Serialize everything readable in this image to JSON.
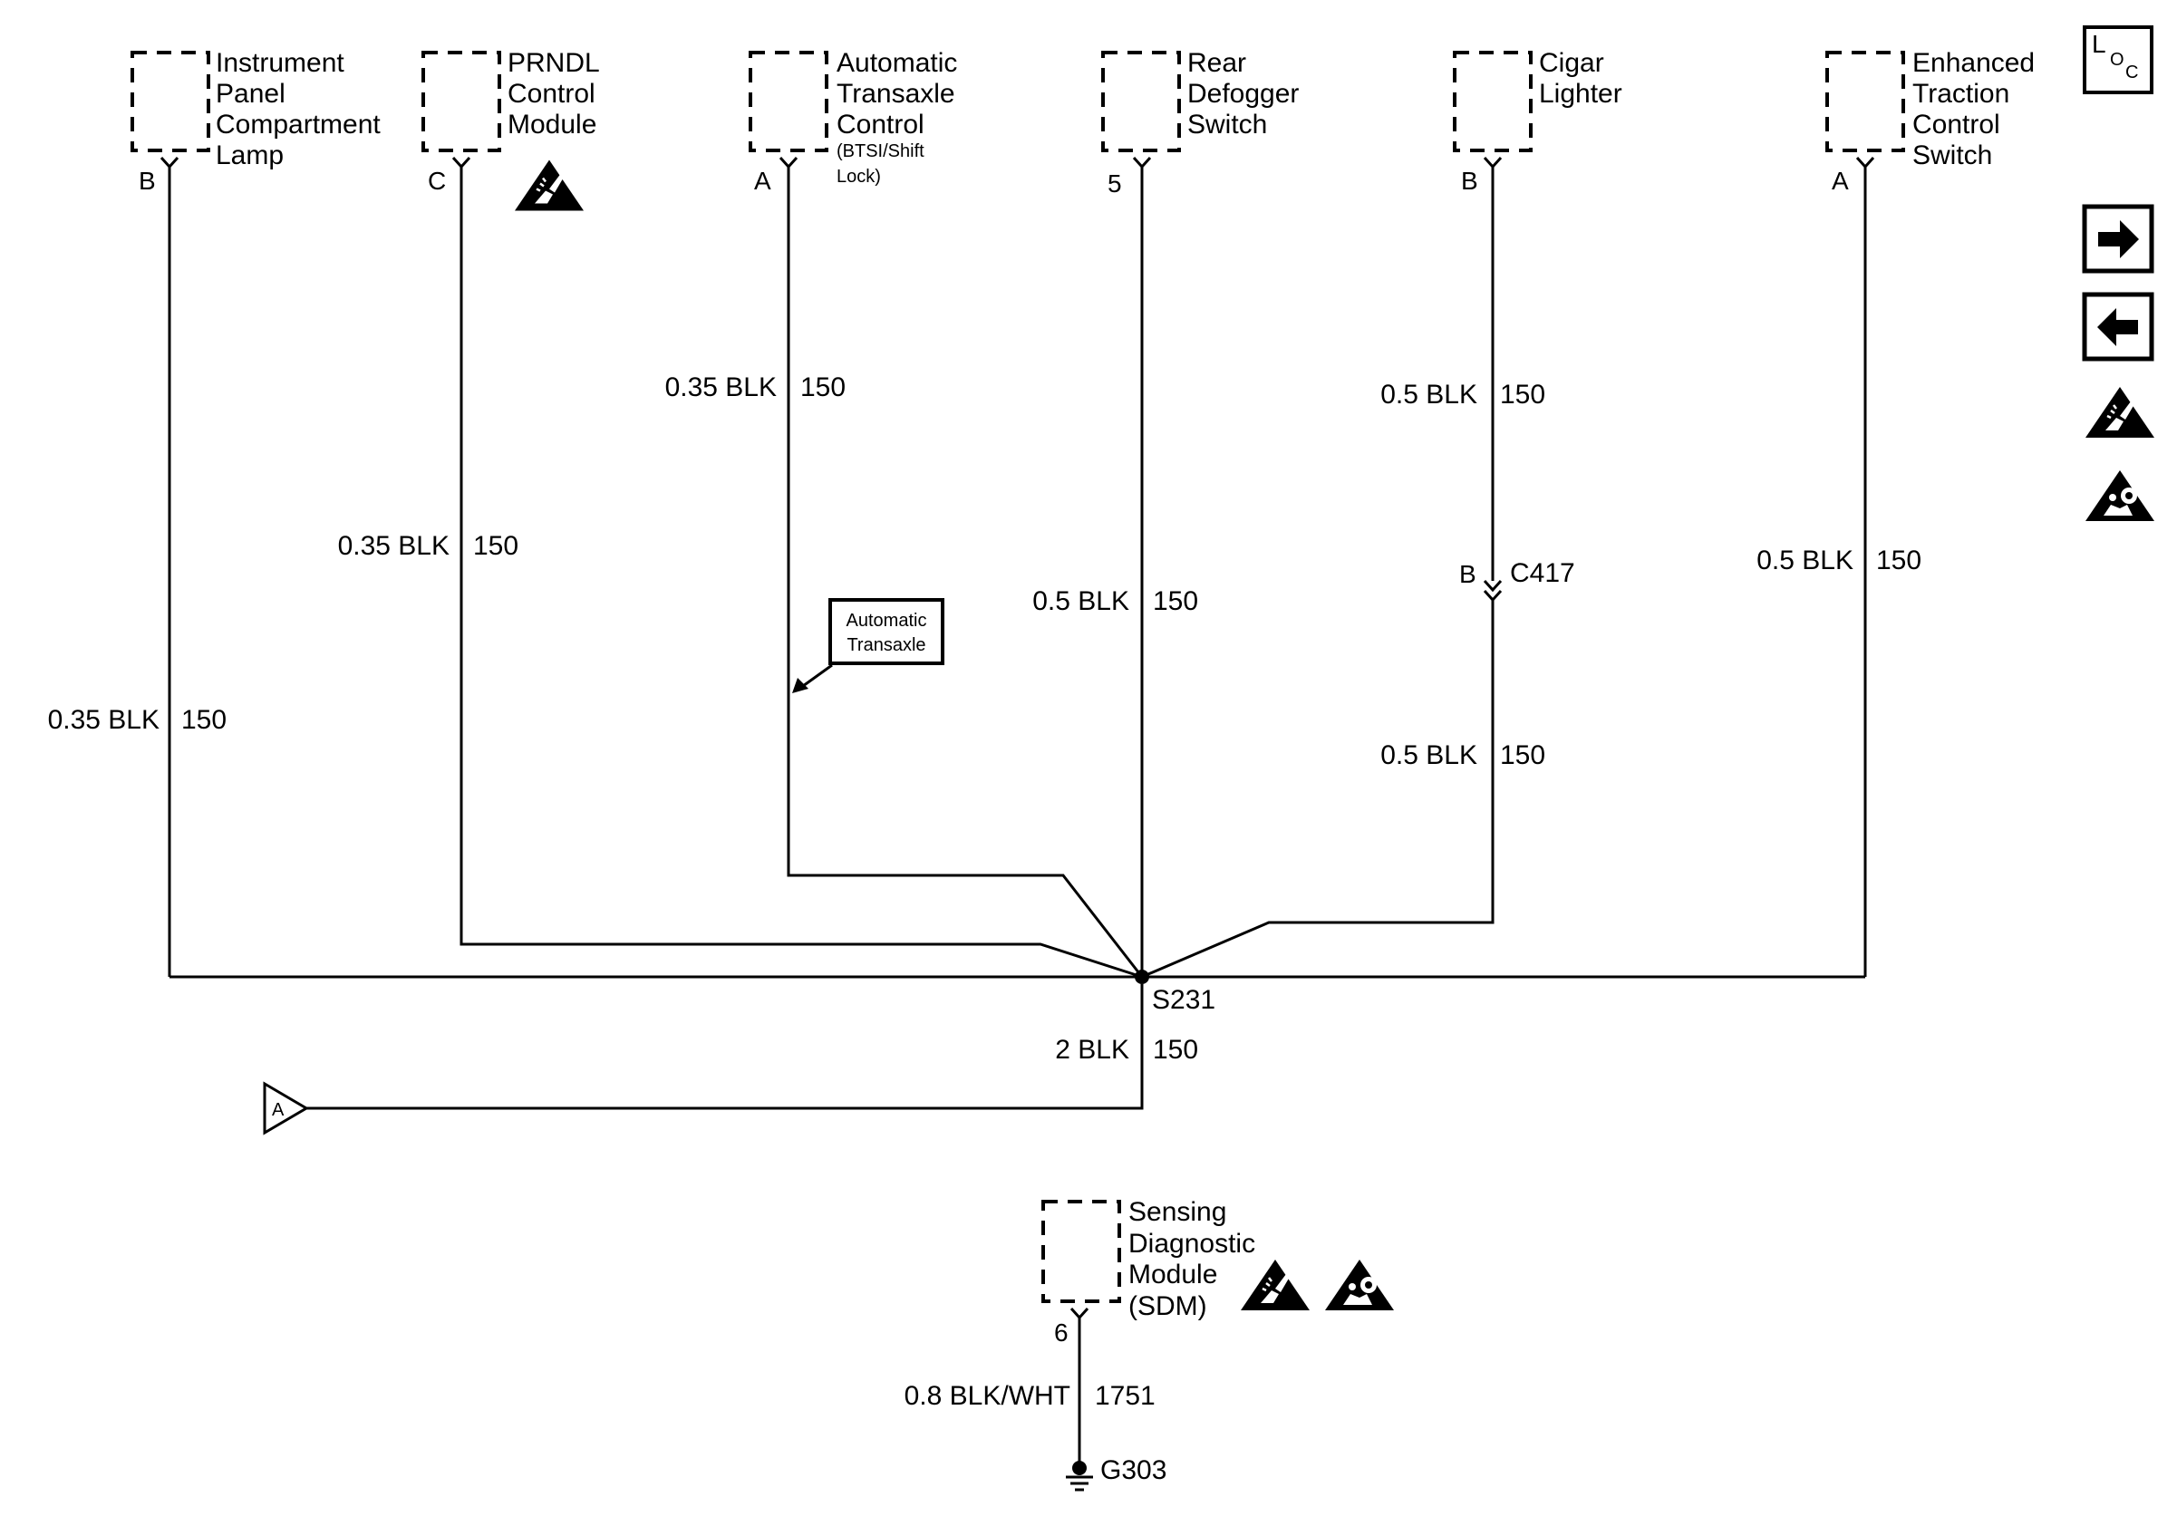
{
  "components": [
    {
      "id": "ipcl",
      "lines": [
        "Instrument",
        "Panel",
        "Compartment",
        "Lamp"
      ],
      "pin": "B",
      "wire_color": "0.35 BLK",
      "circuit": "150"
    },
    {
      "id": "prndl",
      "lines": [
        "PRNDL",
        "Control",
        "Module"
      ],
      "pin": "C",
      "wire_color": "0.35 BLK",
      "circuit": "150"
    },
    {
      "id": "atc",
      "lines": [
        "Automatic",
        "Transaxle",
        "Control"
      ],
      "sub_lines": [
        "(BTSI/Shift",
        "Lock)"
      ],
      "pin": "A",
      "wire_color": "0.35 BLK",
      "circuit": "150"
    },
    {
      "id": "rds",
      "lines": [
        "Rear",
        "Defogger",
        "Switch"
      ],
      "pin": "5",
      "wire_color": "0.5 BLK",
      "circuit": "150"
    },
    {
      "id": "cig",
      "lines": [
        "Cigar",
        "Lighter"
      ],
      "pin": "B",
      "wire_color": "0.5 BLK",
      "circuit": "150",
      "connector": {
        "pin": "B",
        "name": "C417"
      },
      "lower_wire_color": "0.5 BLK",
      "lower_circuit": "150"
    },
    {
      "id": "etc",
      "lines": [
        "Enhanced",
        "Traction",
        "Control",
        "Switch"
      ],
      "pin": "A",
      "wire_color": "0.5 BLK",
      "circuit": "150"
    }
  ],
  "callout": {
    "lines": [
      "Automatic",
      "Transaxle"
    ]
  },
  "splice": {
    "name": "S231",
    "wire_color": "2 BLK",
    "circuit": "150"
  },
  "offpage": {
    "label": "A"
  },
  "sdm": {
    "lines": [
      "Sensing",
      "Diagnostic",
      "Module",
      "(SDM)"
    ],
    "pin": "6",
    "wire_color": "0.8 BLK/WHT",
    "circuit": "1751",
    "ground": "G303"
  },
  "sidebar": {
    "loc": {
      "l": "L",
      "o": "O",
      "c": "C"
    },
    "icons": [
      "next-page-icon",
      "previous-page-icon",
      "esd-warning-icon",
      "airbag-warning-icon"
    ]
  }
}
